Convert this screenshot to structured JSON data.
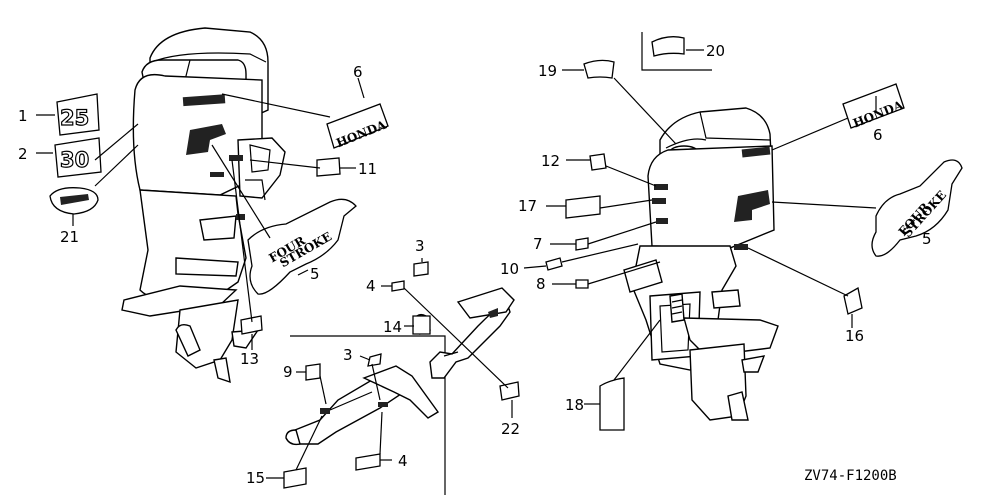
{
  "callouts": {
    "c1": "1",
    "c2": "2",
    "c3a": "3",
    "c3b": "3",
    "c4a": "4",
    "c4b": "4",
    "c5a": "5",
    "c5b": "5",
    "c6a": "6",
    "c6b": "6",
    "c7": "7",
    "c8": "8",
    "c9": "9",
    "c10": "10",
    "c11": "11",
    "c12": "12",
    "c13": "13",
    "c14": "14",
    "c15": "15",
    "c16": "16",
    "c17": "17",
    "c18": "18",
    "c19": "19",
    "c20": "20",
    "c21": "21",
    "c22": "22"
  },
  "decals": {
    "model_25": "25",
    "model_30": "30",
    "brand": "HONDA",
    "four_stroke_word1": "FOUR",
    "four_stroke_word2": "STROKE"
  },
  "diagram_code": "ZV74-F1200B"
}
